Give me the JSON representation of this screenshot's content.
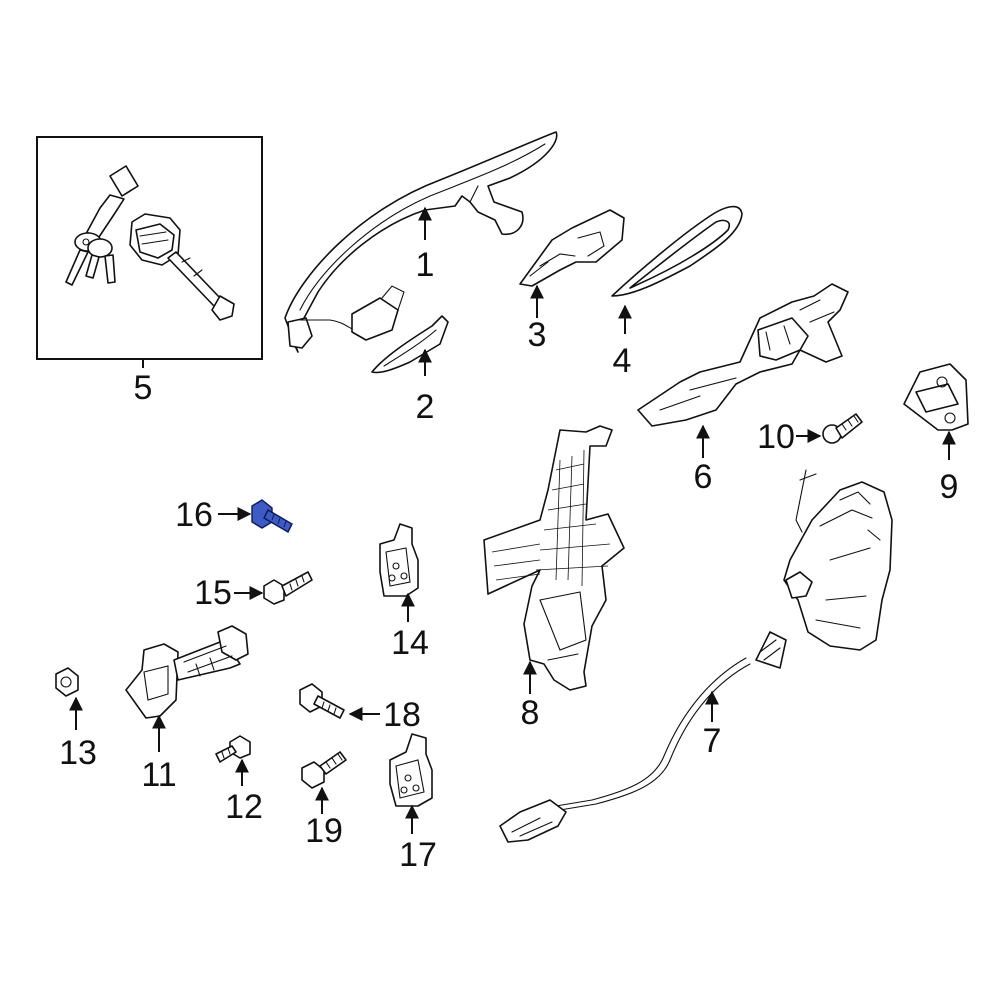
{
  "callouts": {
    "c1": "1",
    "c2": "2",
    "c3": "3",
    "c4": "4",
    "c5": "5",
    "c6": "6",
    "c7": "7",
    "c8": "8",
    "c9": "9",
    "c10": "10",
    "c11": "11",
    "c12": "12",
    "c13": "13",
    "c14": "14",
    "c15": "15",
    "c16": "16",
    "c17": "17",
    "c18": "18",
    "c19": "19"
  },
  "highlight": {
    "part": "16",
    "color": "#3d5bc4"
  }
}
